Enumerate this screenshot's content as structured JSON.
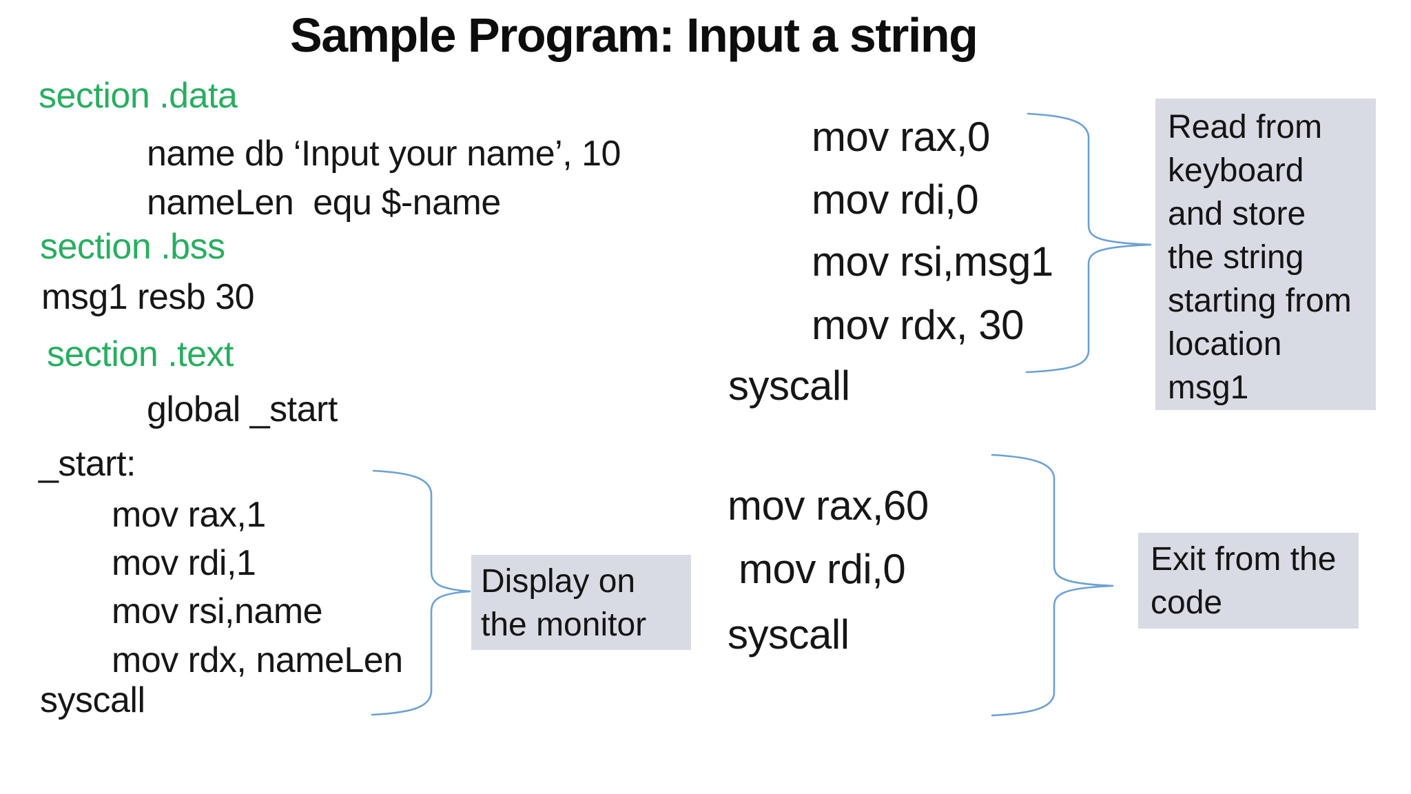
{
  "title": "Sample Program: Input a string",
  "colors": {
    "section_green": "#27ae5f",
    "code_text": "#161616",
    "brace_blue": "#6ba1d4",
    "callout_bg": "#d8dbe4",
    "background": "#ffffff"
  },
  "left_code": [
    {
      "text": "section .data",
      "color": "green"
    },
    {
      "text": "name db ‘Input your name’, 10",
      "color": "black"
    },
    {
      "text": "nameLen  equ $-name",
      "color": "black"
    },
    {
      "text": "section .bss",
      "color": "green"
    },
    {
      "text": "msg1 resb 30",
      "color": "black"
    },
    {
      "text": "section .text",
      "color": "green"
    },
    {
      "text": "global _start",
      "color": "black"
    },
    {
      "text": "_start:",
      "color": "black"
    },
    {
      "text": "mov rax,1",
      "color": "black"
    },
    {
      "text": "mov rdi,1",
      "color": "black"
    },
    {
      "text": "mov rsi,name",
      "color": "black"
    },
    {
      "text": "mov rdx, nameLen",
      "color": "black"
    },
    {
      "text": "syscall",
      "color": "black"
    }
  ],
  "right_code": [
    {
      "text": "mov rax,0"
    },
    {
      "text": "mov rdi,0"
    },
    {
      "text": "mov rsi,msg1"
    },
    {
      "text": "mov rdx, 30"
    },
    {
      "text": "syscall"
    },
    {
      "text": "mov rax,60"
    },
    {
      "text": "mov rdi,0"
    },
    {
      "text": "syscall"
    }
  ],
  "callouts": {
    "read": {
      "text": "Read from keyboard and store the string starting from location msg1",
      "lines": [
        "Read from",
        "keyboard",
        "and store",
        "the string",
        "starting from",
        "location",
        "msg1"
      ]
    },
    "display": {
      "text": "Display on the monitor",
      "lines": [
        "Display on",
        "the monitor"
      ]
    },
    "exit": {
      "text": "Exit from the code",
      "lines": [
        "Exit from the",
        "code"
      ]
    }
  }
}
